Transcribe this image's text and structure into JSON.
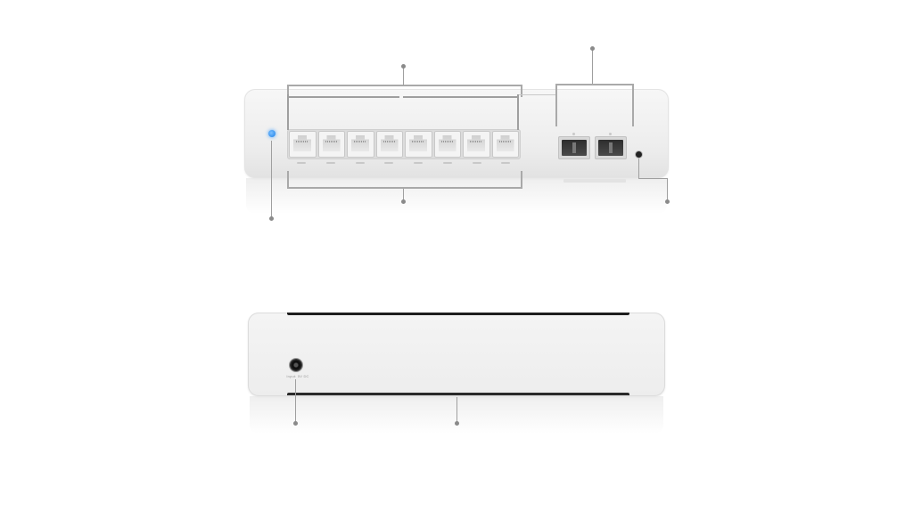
{
  "front_panel": {
    "status_led_color": "#1a7fe8",
    "rj45_port_count": 8,
    "sfp_port_count": 2
  },
  "rear_panel": {
    "dc_input_label": "Input: 5V DC"
  }
}
